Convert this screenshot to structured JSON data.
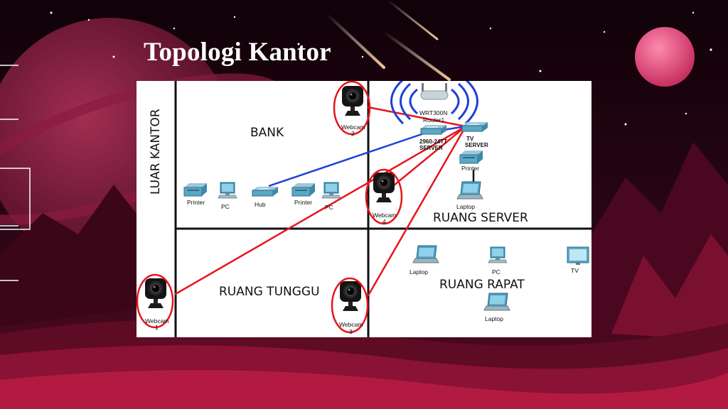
{
  "slide": {
    "title": "Topologi Kantor"
  },
  "colors": {
    "background": "#1a0410",
    "accent": "#c0143c",
    "link_red": "#e8141b",
    "link_blue": "#1f3fd6",
    "wifi": "#1f3fd6",
    "device_teal": "#5ba8c4"
  },
  "zones": {
    "luar_kantor": "LUAR KANTOR",
    "bank": "BANK",
    "ruang_server": "RUANG SERVER",
    "ruang_tunggu": "RUANG TUNGGU",
    "ruang_rapat": "RUANG RAPAT"
  },
  "devices": {
    "router": {
      "name": "WRT300N",
      "sub": "Router1"
    },
    "switch": {
      "name": "2960-24TT",
      "sub": "SERVER"
    },
    "tv_server": {
      "name": "TV",
      "sub": "SERVER"
    },
    "server_printer": "Printer",
    "server_laptop": "Laptop",
    "bank_printer_1": "Printer",
    "bank_pc_1": "PC",
    "bank_hub": "Hub",
    "bank_printer_2": "Printer",
    "bank_pc_2": "PC",
    "webcam_1": {
      "name": "Webcam",
      "num": "1"
    },
    "webcam_2": {
      "name": "Webcam",
      "num": "2"
    },
    "webcam_4": {
      "name": "Webcam",
      "num": "4"
    },
    "webcam_3": {
      "name": "Webcam",
      "num": "3"
    },
    "rapat_laptop_1": "Laptop",
    "rapat_pc": "PC",
    "rapat_tv": "TV",
    "rapat_laptop_2": "Laptop"
  }
}
